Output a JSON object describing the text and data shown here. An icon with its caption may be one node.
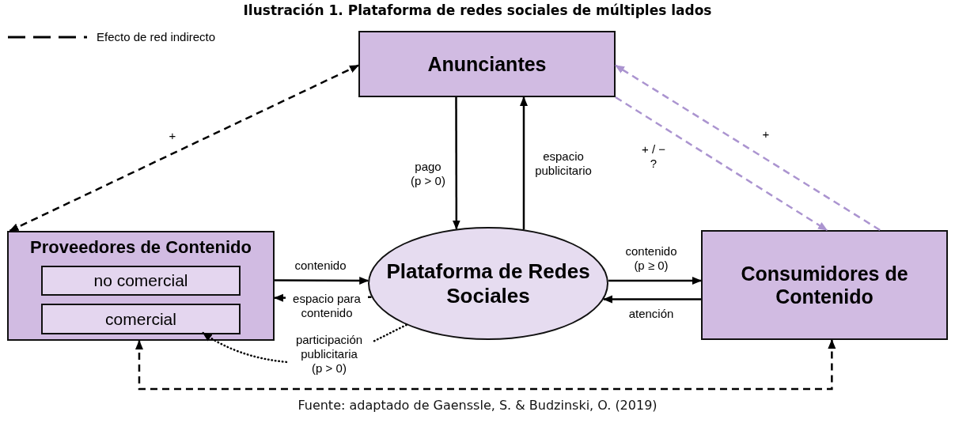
{
  "diagram": {
    "title": "Ilustración 1. Plataforma de redes sociales de múltiples lados",
    "caption": "Fuente: adaptado de Gaenssle, S. & Budzinski, O. (2019)",
    "nodes": [
      {
        "text": [
          "Anunciantes"
        ]
      },
      {
        "text": [
          "Proveedores de Contenido"
        ]
      },
      {
        "text": [
          "no comercial"
        ],
        "in": 1
      },
      {
        "text": [
          "comercial"
        ],
        "in": 1
      },
      {
        "text": [
          "Plataforma de Redes Sociales"
        ]
      },
      {
        "text": [
          "Consumidores de Contenido"
        ]
      },
      {
        "text": [
          "participación publicitaria (p > 0)"
        ]
      }
    ],
    "edges": [
      {
        "from": 0,
        "to": 4,
        "arrow": "to",
        "label": "pago (p > 0)"
      },
      {
        "from": 4,
        "to": 0,
        "arrow": "to",
        "label": "espacio publicitario"
      },
      {
        "from": 1,
        "to": 0,
        "arrow": "both",
        "label": "+",
        "style": "dashed"
      },
      {
        "from": 0,
        "to": 5,
        "arrow": "to",
        "label": "+ / − ?",
        "style": "dashed",
        "color": "#ab94d0"
      },
      {
        "from": 5,
        "to": 0,
        "arrow": "to",
        "label": "+",
        "style": "dashed",
        "color": "#ab94d0"
      },
      {
        "from": 1,
        "to": 4,
        "arrow": "to",
        "label": "contenido"
      },
      {
        "from": 4,
        "to": 1,
        "arrow": "to",
        "label": "espacio para contenido"
      },
      {
        "from": 4,
        "to": 5,
        "arrow": "to",
        "label": "contenido (p ≥ 0)"
      },
      {
        "from": 5,
        "to": 4,
        "arrow": "to",
        "label": "atención"
      },
      {
        "from": 1,
        "to": 5,
        "arrow": "both",
        "style": "dashed"
      },
      {
        "from": 4,
        "to": 6,
        "arrow": "none",
        "style": "dashed"
      },
      {
        "from": 6,
        "to": 3,
        "arrow": "to",
        "style": "dashed"
      }
    ],
    "legend": [
      {
        "text": "Efecto de red indirecto"
      }
    ]
  }
}
